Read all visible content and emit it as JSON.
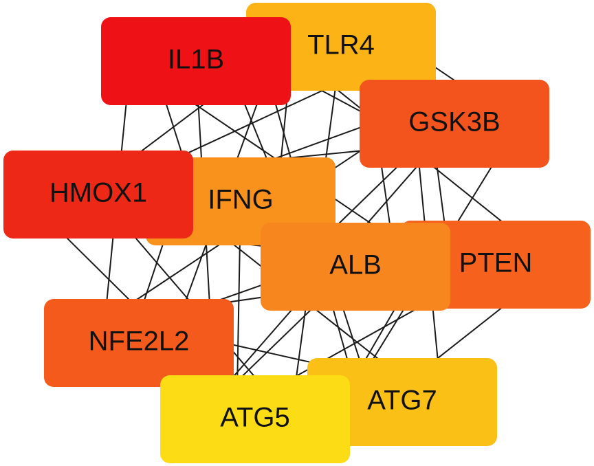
{
  "network": {
    "nodes": [
      {
        "id": "TLR4",
        "label": "TLR4",
        "color": "#FBB315"
      },
      {
        "id": "IL1B",
        "label": "IL1B",
        "color": "#EE1115"
      },
      {
        "id": "GSK3B",
        "label": "GSK3B",
        "color": "#F3531C"
      },
      {
        "id": "IFNG",
        "label": "IFNG",
        "color": "#F8921C"
      },
      {
        "id": "HMOX1",
        "label": "HMOX1",
        "color": "#EE2817"
      },
      {
        "id": "PTEN",
        "label": "PTEN",
        "color": "#F6621E"
      },
      {
        "id": "ALB",
        "label": "ALB",
        "color": "#F7861E"
      },
      {
        "id": "NFE2L2",
        "label": "NFE2L2",
        "color": "#F45A1C"
      },
      {
        "id": "ATG7",
        "label": "ATG7",
        "color": "#FBC016"
      },
      {
        "id": "ATG5",
        "label": "ATG5",
        "color": "#FCDC14"
      }
    ],
    "edges": [
      [
        "IL1B",
        "TLR4"
      ],
      [
        "IL1B",
        "GSK3B"
      ],
      [
        "IL1B",
        "IFNG"
      ],
      [
        "IL1B",
        "HMOX1"
      ],
      [
        "IL1B",
        "PTEN"
      ],
      [
        "IL1B",
        "ALB"
      ],
      [
        "IL1B",
        "NFE2L2"
      ],
      [
        "IL1B",
        "ATG7"
      ],
      [
        "IL1B",
        "ATG5"
      ],
      [
        "TLR4",
        "GSK3B"
      ],
      [
        "TLR4",
        "IFNG"
      ],
      [
        "TLR4",
        "HMOX1"
      ],
      [
        "TLR4",
        "PTEN"
      ],
      [
        "TLR4",
        "ALB"
      ],
      [
        "TLR4",
        "NFE2L2"
      ],
      [
        "TLR4",
        "ATG7"
      ],
      [
        "TLR4",
        "ATG5"
      ],
      [
        "GSK3B",
        "IFNG"
      ],
      [
        "GSK3B",
        "HMOX1"
      ],
      [
        "GSK3B",
        "PTEN"
      ],
      [
        "GSK3B",
        "ALB"
      ],
      [
        "GSK3B",
        "NFE2L2"
      ],
      [
        "GSK3B",
        "ATG7"
      ],
      [
        "GSK3B",
        "ATG5"
      ],
      [
        "HMOX1",
        "IFNG"
      ],
      [
        "HMOX1",
        "PTEN"
      ],
      [
        "HMOX1",
        "ALB"
      ],
      [
        "HMOX1",
        "NFE2L2"
      ],
      [
        "HMOX1",
        "ATG7"
      ],
      [
        "HMOX1",
        "ATG5"
      ],
      [
        "IFNG",
        "PTEN"
      ],
      [
        "IFNG",
        "ALB"
      ],
      [
        "IFNG",
        "NFE2L2"
      ],
      [
        "IFNG",
        "ATG7"
      ],
      [
        "IFNG",
        "ATG5"
      ],
      [
        "PTEN",
        "ALB"
      ],
      [
        "PTEN",
        "NFE2L2"
      ],
      [
        "PTEN",
        "ATG7"
      ],
      [
        "PTEN",
        "ATG5"
      ],
      [
        "ALB",
        "NFE2L2"
      ],
      [
        "ALB",
        "ATG7"
      ],
      [
        "ALB",
        "ATG5"
      ],
      [
        "NFE2L2",
        "ATG7"
      ],
      [
        "NFE2L2",
        "ATG5"
      ],
      [
        "ATG7",
        "ATG5"
      ]
    ]
  }
}
